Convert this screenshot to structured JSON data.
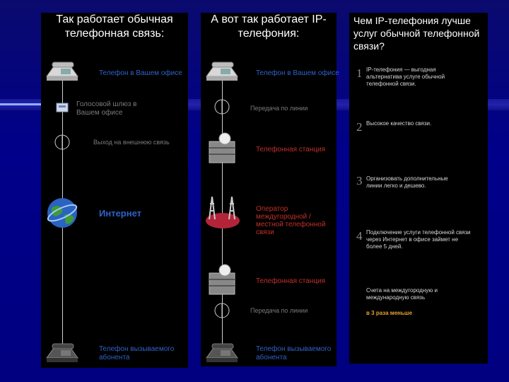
{
  "left_panel": {
    "title": "Так работает обычная телефонная связь:",
    "label_office_phone": "Телефон в Вашем офисе",
    "label_gateway": "Голосовой шлюз в Вашем офисе",
    "label_provider": "Выход на внешнюю связь",
    "label_internet": "Интернет",
    "label_called_phone": "Телефон вызываемого абонента"
  },
  "middle_panel": {
    "title": "А вот так работает IP-телефония:",
    "label_office_phone": "Телефон в Вашем офисе",
    "label_line1": "Передача по линии",
    "label_station1": "Телефонная станция",
    "label_operator": "Оператор междугородной / местной телефонной связи",
    "label_station2": "Телефонная станция",
    "label_line2": "Передача по линии",
    "label_called_phone": "Телефон вызываемого абонента"
  },
  "right_panel": {
    "title": "Чем IP-телефония лучше услуг обычной телефонной связи?",
    "items": [
      {
        "num": "1",
        "text": "IP-телефония — выгодная альтернатива услуге обычной телефонной связи."
      },
      {
        "num": "2",
        "text": "Высокое качество связи."
      },
      {
        "num": "3",
        "text": "Организовать дополнительные линии легко и дешево."
      },
      {
        "num": "4",
        "text": "Подключение услуги телефонной связи через Интернет в офисе займет не более 5 дней."
      }
    ],
    "bills_text": "Счета на междугородную и международную связь",
    "bills_highlight": "в 3 раза меньше"
  },
  "colors": {
    "label_blue": "#2e63c8",
    "label_red": "#c0302a",
    "highlight": "#e8a32c"
  },
  "icons": [
    "desk-phone-icon",
    "gateway-icon",
    "node-icon",
    "globe-icon",
    "server-icon",
    "tower-icon"
  ]
}
